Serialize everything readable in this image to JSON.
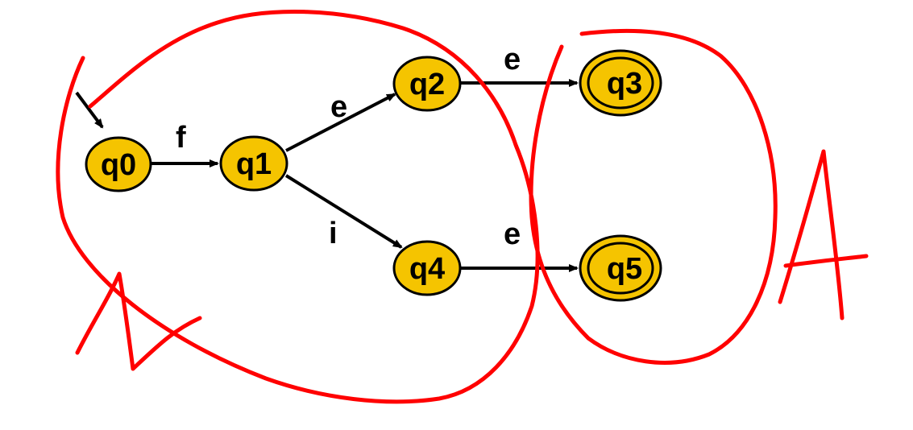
{
  "diagram": {
    "states": [
      {
        "id": "q0",
        "label": "q0",
        "accepting": false,
        "start": true
      },
      {
        "id": "q1",
        "label": "q1",
        "accepting": false,
        "start": false
      },
      {
        "id": "q2",
        "label": "q2",
        "accepting": false,
        "start": false
      },
      {
        "id": "q3",
        "label": "q3",
        "accepting": true,
        "start": false
      },
      {
        "id": "q4",
        "label": "q4",
        "accepting": false,
        "start": false
      },
      {
        "id": "q5",
        "label": "q5",
        "accepting": true,
        "start": false
      }
    ],
    "transitions": [
      {
        "from": "q0",
        "to": "q1",
        "label": "f"
      },
      {
        "from": "q1",
        "to": "q2",
        "label": "e"
      },
      {
        "from": "q1",
        "to": "q4",
        "label": "i"
      },
      {
        "from": "q2",
        "to": "q3",
        "label": "e"
      },
      {
        "from": "q4",
        "to": "q5",
        "label": "e"
      }
    ],
    "annotations": {
      "left_group_letter": "N",
      "right_group_letter": "A"
    },
    "colors": {
      "state_fill": "#F5C400",
      "state_stroke": "#000000",
      "edge": "#000000",
      "annotation": "#FF0000"
    }
  }
}
